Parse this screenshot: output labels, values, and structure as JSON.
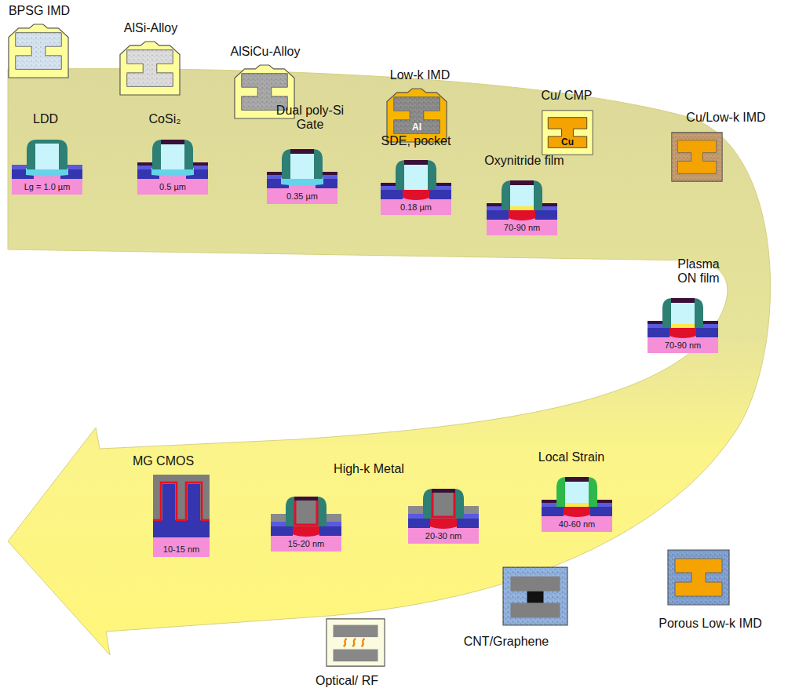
{
  "diagram": {
    "nodes": [
      {
        "text": [
          "BPSG IMD"
        ]
      },
      {
        "text": [
          "AlSi-Alloy"
        ]
      },
      {
        "text": [
          "AlSiCu-Alloy"
        ]
      },
      {
        "text": [
          "Low-k IMD",
          "Al"
        ]
      },
      {
        "text": [
          "Cu/ CMP",
          "Cu"
        ]
      },
      {
        "text": [
          "Cu/Low-k IMD"
        ]
      },
      {
        "text": [
          "LDD",
          "Lg = 1.0 µm"
        ]
      },
      {
        "text": [
          "CoSi₂",
          "0.5 µm"
        ]
      },
      {
        "text": [
          "Dual poly-Si Gate",
          "0.35 µm"
        ]
      },
      {
        "text": [
          "SDE, pocket",
          "0.18 µm"
        ]
      },
      {
        "text": [
          "Oxynitride film",
          "70-90 nm"
        ]
      },
      {
        "text": [
          "Plasma ON film",
          "70-90 nm"
        ]
      },
      {
        "text": [
          "Local Strain",
          "40-60 nm"
        ]
      },
      {
        "text": [
          "20-30 nm"
        ]
      },
      {
        "text": [
          "15-20 nm"
        ]
      },
      {
        "text": [
          "MG CMOS",
          "10-15 nm"
        ]
      },
      {
        "text": [
          "Porous Low-k IMD"
        ]
      },
      {
        "text": [
          "CNT/Graphene"
        ]
      },
      {
        "text": [
          "Optical/ RF"
        ]
      }
    ],
    "labels": [
      "High-k Metal"
    ]
  }
}
